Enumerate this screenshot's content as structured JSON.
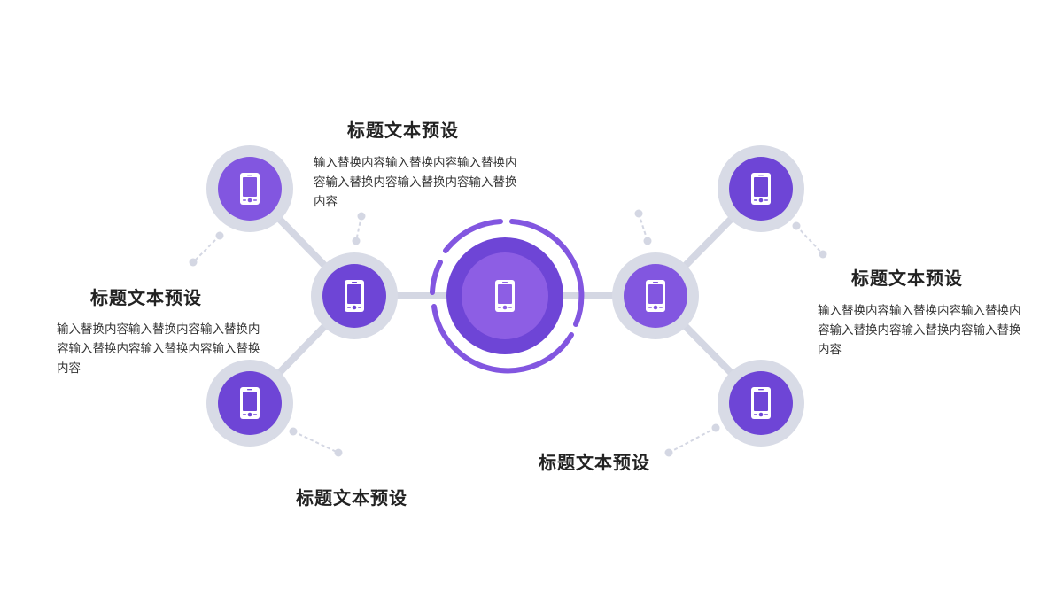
{
  "colors": {
    "purple_dark": "#6e45d6",
    "purple_mid": "#8256e0",
    "purple_light": "#9563e6",
    "ring_gray": "#d8dbe6",
    "connector_gray": "#d4d7e3",
    "text_dark": "#222222",
    "text_body": "#333333"
  },
  "center": {
    "icon": "mobile-phone-icon"
  },
  "blocks": [
    {
      "id": "top",
      "title": "标题文本预设",
      "body": "输入替换内容输入替换内容输入替换内容输入替换内容输入替换内容输入替换内容"
    },
    {
      "id": "left",
      "title": "标题文本预设",
      "body": "输入替换内容输入替换内容输入替换内容输入替换内容输入替换内容输入替换内容"
    },
    {
      "id": "right",
      "title": "标题文本预设",
      "body": "输入替换内容输入替换内容输入替换内容输入替换内容输入替换内容输入替换内容"
    },
    {
      "id": "bottom-left",
      "title": "标题文本预设"
    },
    {
      "id": "bottom-right",
      "title": "标题文本预设"
    }
  ],
  "nodes": [
    {
      "id": "top-left",
      "icon": "mobile-phone-icon"
    },
    {
      "id": "left-hub",
      "icon": "mobile-phone-icon"
    },
    {
      "id": "bottom-left",
      "icon": "mobile-phone-icon"
    },
    {
      "id": "right-hub",
      "icon": "mobile-phone-icon"
    },
    {
      "id": "top-right",
      "icon": "mobile-phone-icon"
    },
    {
      "id": "bottom-right",
      "icon": "mobile-phone-icon"
    }
  ]
}
